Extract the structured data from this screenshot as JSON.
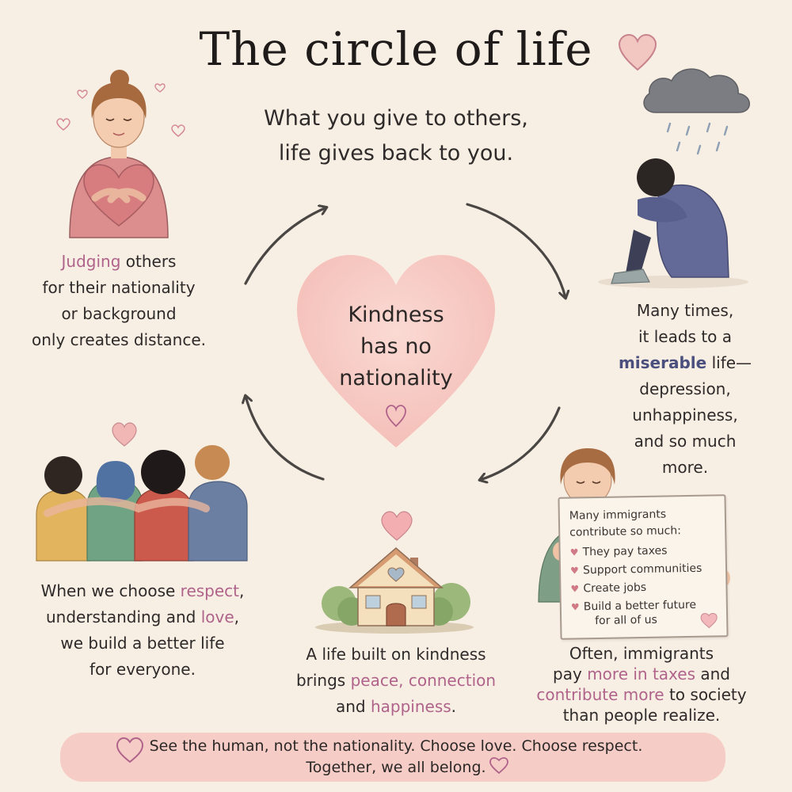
{
  "title": "The circle of life",
  "subtitle_lines": [
    "What you give to others,",
    "life gives back to you."
  ],
  "center": {
    "lines": [
      "Kindness",
      "has no",
      "nationality"
    ]
  },
  "top_left": {
    "highlight": "Judging",
    "line1_rest": " others",
    "line2": "for their nationality",
    "line3": "or background",
    "line4": "only creates distance."
  },
  "right": {
    "line1": "Many times,",
    "line2": "it leads to a",
    "highlight": "miserable",
    "line3_rest": " life—",
    "line4": "depression,",
    "line5": "unhappiness,",
    "line6": "and so much",
    "line7": "more."
  },
  "bottom_left": {
    "l1_pre": "When we choose ",
    "l1_hl": "respect",
    "l1_post": ",",
    "l2_pre": "understanding and ",
    "l2_hl": "love",
    "l2_post": ",",
    "l3": "we build a better life",
    "l4": "for everyone."
  },
  "bottom_center": {
    "l1": "A life built on kindness",
    "l2_pre": "brings ",
    "l2_hl": "peace, connection",
    "l3_pre": "and ",
    "l3_hl": "happiness",
    "l3_post": "."
  },
  "sign": {
    "head_l1": "Many immigrants",
    "head_l2": "contribute so much:",
    "items": [
      "They pay taxes",
      "Support communities",
      "Create jobs",
      "Build a better future"
    ],
    "continuation": "for all of us"
  },
  "bottom_right": {
    "l1": "Often, immigrants",
    "l2_pre": "pay ",
    "l2_hl": "more in taxes",
    "l2_post": " and",
    "l3_hl": "contribute more",
    "l3_post": " to society",
    "l4": "than people realize."
  },
  "banner": {
    "line1": "See the human, not the nationality. Choose love. Choose respect.",
    "line2": "Together, we all belong."
  },
  "icons": [
    "heart-icon",
    "rain-cloud-icon",
    "arrow-icon",
    "house-icon",
    "bullet-heart-icon"
  ],
  "colors": {
    "background": "#f8efe4",
    "heart_center": "#f7c8c2",
    "accent_pink": "#b0638a",
    "accent_blue": "#4a4f7e",
    "banner": "#f6cdc6",
    "arrow": "#4a4644"
  }
}
